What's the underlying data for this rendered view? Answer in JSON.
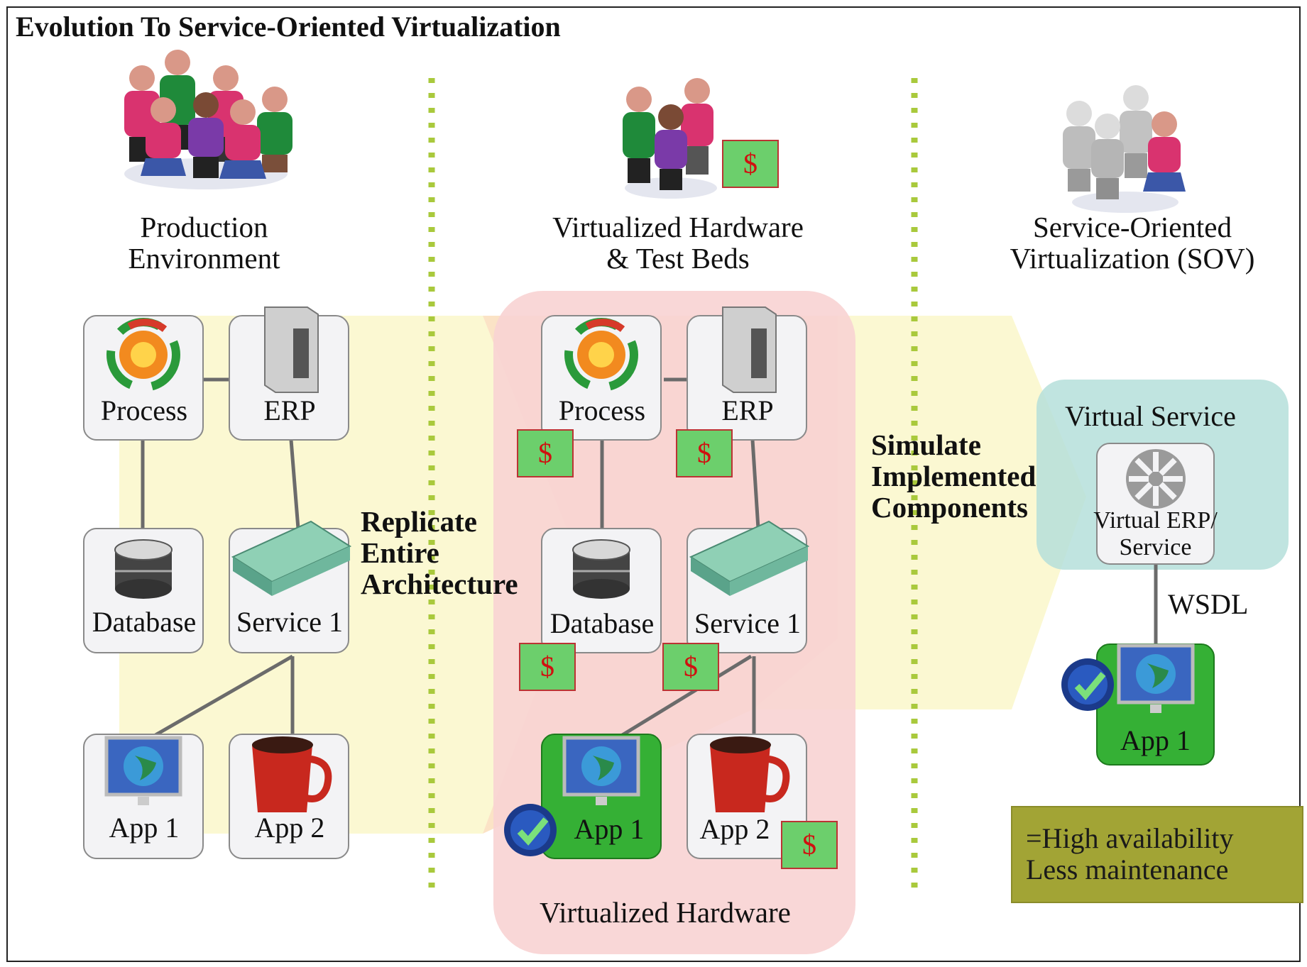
{
  "title": "Evolution To Service-Oriented Virtualization",
  "columns": {
    "production": {
      "line1": "Production",
      "line2": "Environment"
    },
    "virtualized": {
      "line1": "Virtualized Hardware",
      "line2": "& Test Beds"
    },
    "sov": {
      "line1": "Service-Oriented",
      "line2": "Virtualization (SOV)"
    }
  },
  "nodes": {
    "process": "Process",
    "erp": "ERP",
    "database": "Database",
    "service1": "Service 1",
    "app1": "App 1",
    "app2": "App 2"
  },
  "notes": {
    "replicate": [
      "Replicate",
      "Entire",
      "Architecture"
    ],
    "simulate": [
      "Simulate",
      "Implemented",
      "Components"
    ]
  },
  "virtualized_hardware_label": "Virtualized Hardware",
  "dollar_symbol": "$",
  "virtual_service": {
    "title": "Virtual Service",
    "node_line1": "Virtual ERP/",
    "node_line2": "Service",
    "wsdl": "WSDL",
    "app": "App 1"
  },
  "legend": {
    "line1": "=High availability",
    "line2": "Less maintenance"
  },
  "colors": {
    "yellow_band": "#fbf8d2",
    "orange_band": "#f9d9b3",
    "pink_box": "#f8d6d6",
    "teal_box": "#b5dfda",
    "green_app": "#35b035",
    "divider": "#a9c93c",
    "legend_bg": "#a2a435"
  }
}
